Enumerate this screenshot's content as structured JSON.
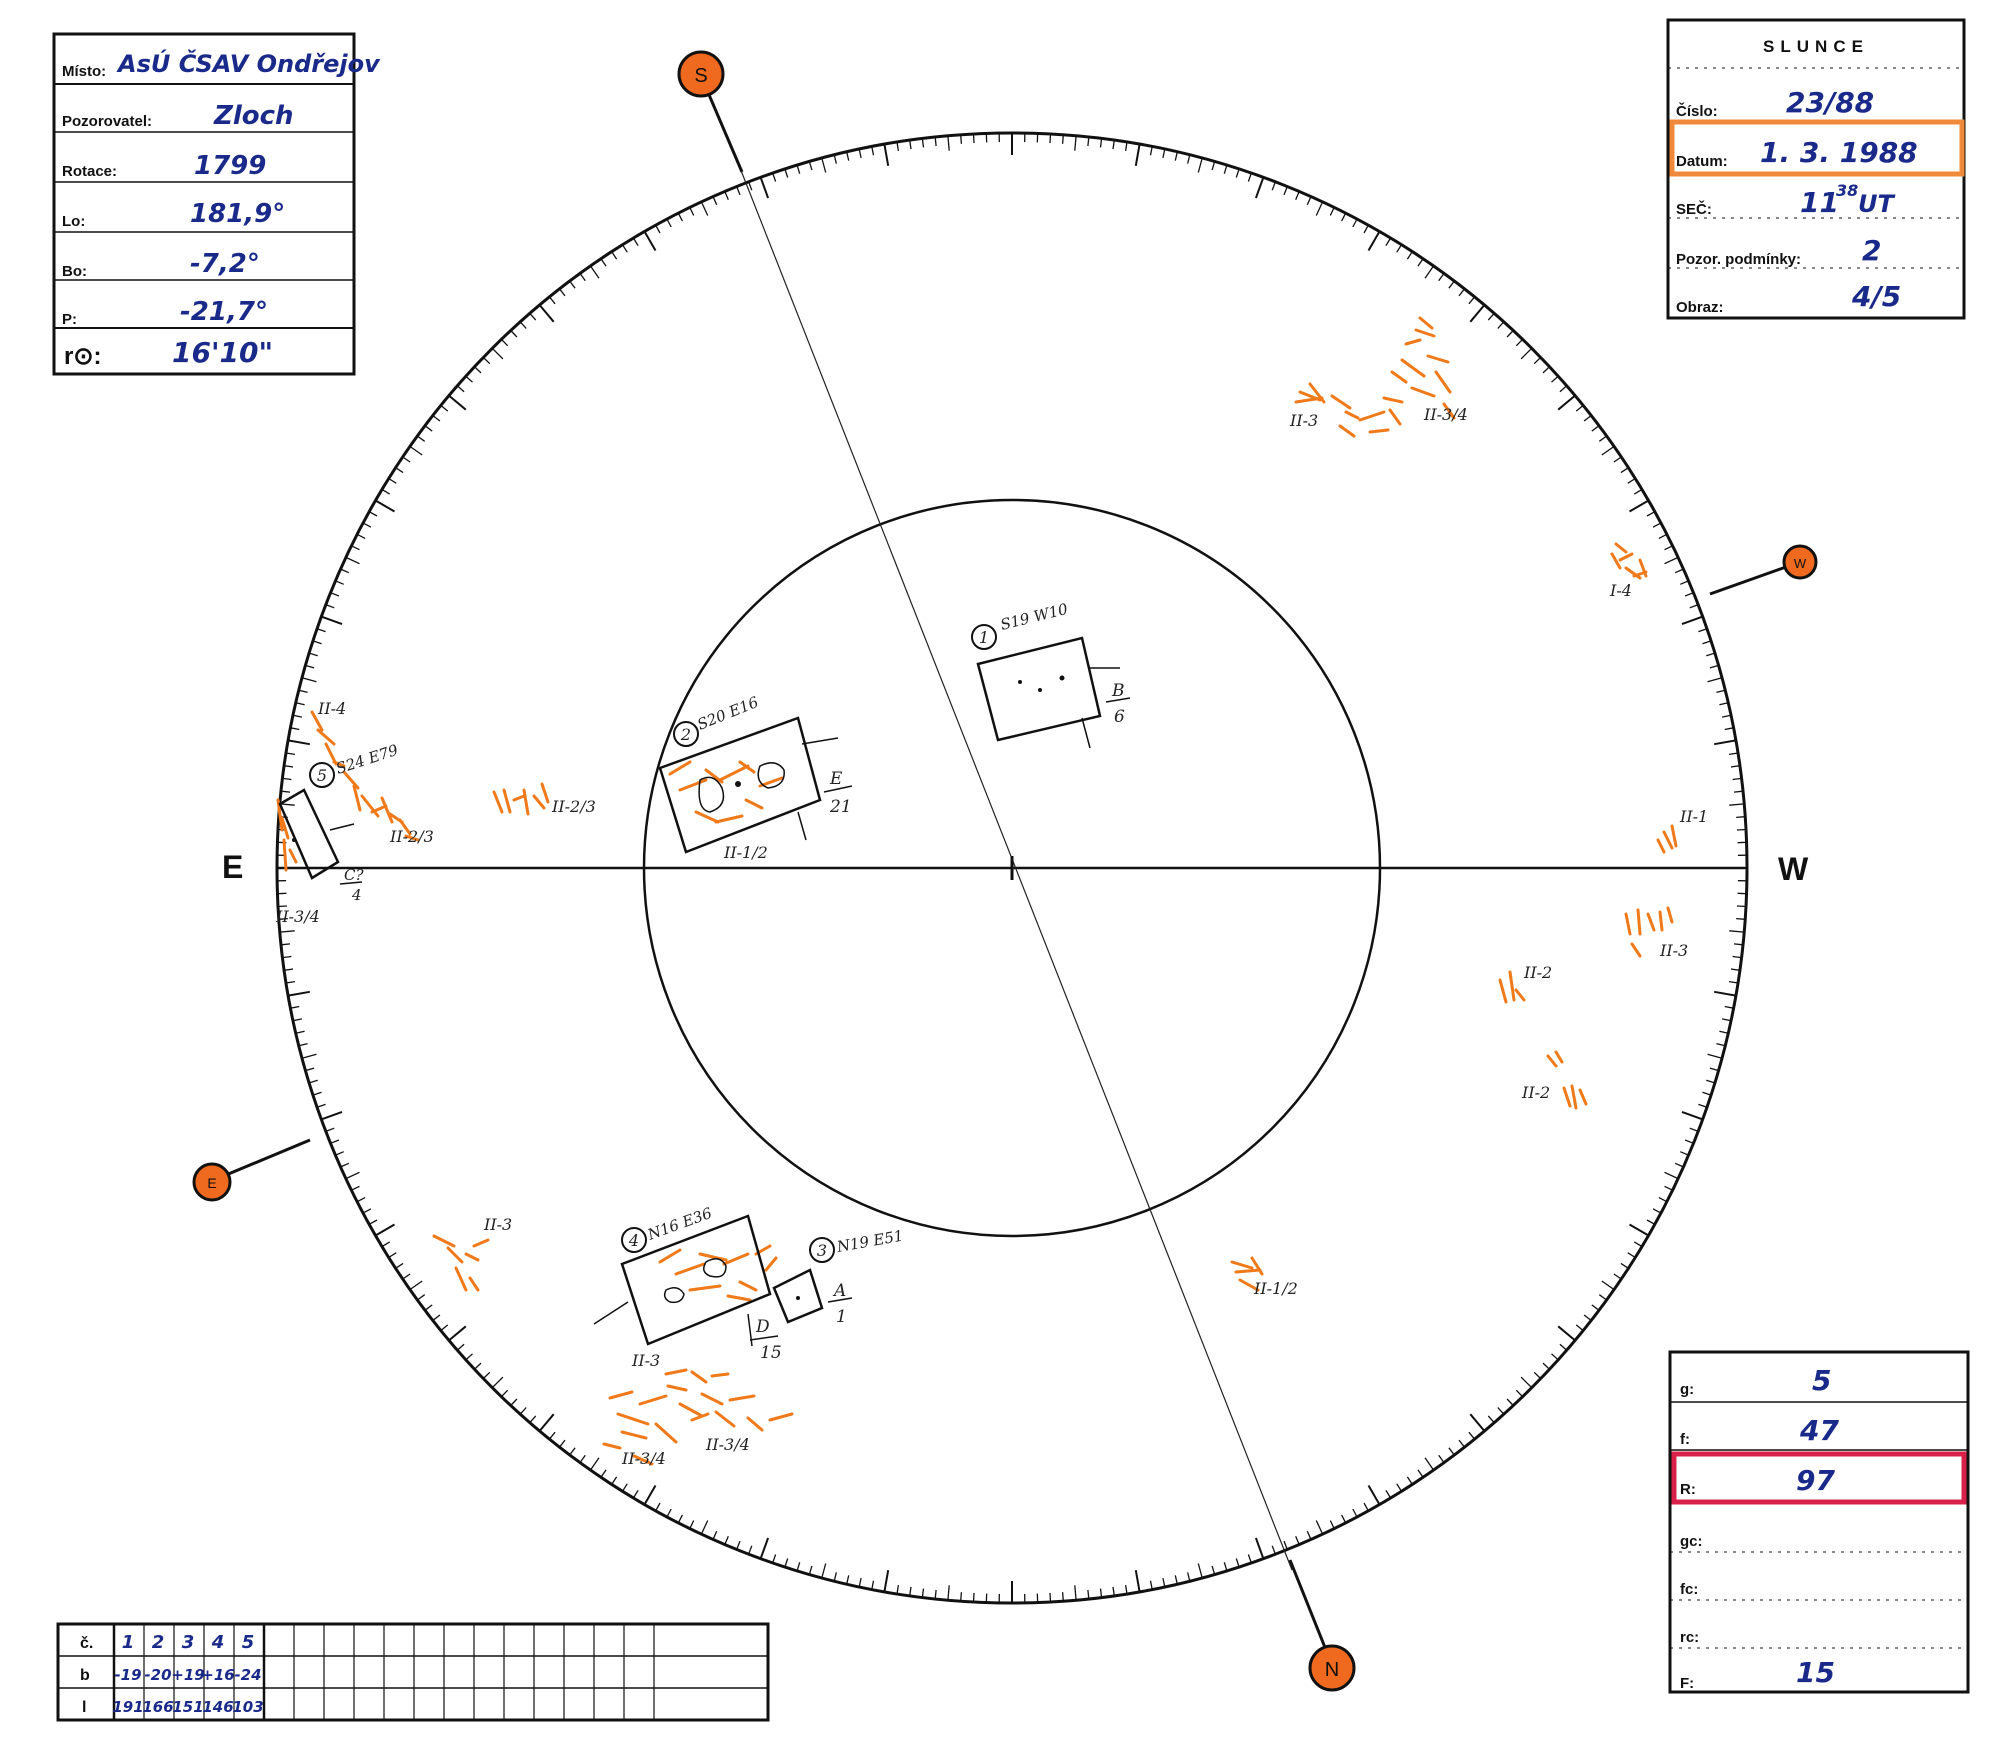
{
  "header_left": {
    "misto_label": "Místo:",
    "misto_value": "AsÚ ČSAV Ondřejov",
    "pozorovatel_label": "Pozorovatel:",
    "pozorovatel_value": "Zloch",
    "rotace_label": "Rotace:",
    "rotace_value": "1799",
    "l0_label": "Lo:",
    "l0_value": "181,9°",
    "b0_label": "Bo:",
    "b0_value": "-7,2°",
    "p_label": "P:",
    "p_value": "-21,7°",
    "r_label": "r⊙:",
    "r_value": "16'10\""
  },
  "header_right": {
    "title": "SLUNCE",
    "cislo_label": "Číslo:",
    "cislo_value": "23/88",
    "datum_label": "Datum:",
    "datum_value": "1. 3. 1988",
    "sec_label": "SEČ:",
    "sec_value": "11",
    "sec_sup": "38",
    "sec_suffix": "UT",
    "podminky_label": "Pozor. podmínky:",
    "podminky_value": "2",
    "obraz_label": "Obraz:",
    "obraz_value": "4/5"
  },
  "stats_box": {
    "g_label": "g:",
    "g_value": "5",
    "f_label": "f:",
    "f_value": "47",
    "r_label": "R:",
    "r_value": "97",
    "gc_label": "gc:",
    "fc_label": "fc:",
    "rc_label": "rc:",
    "F_label": "F:",
    "F_value": "15"
  },
  "bottom_table": {
    "row_labels": [
      "č.",
      "b",
      "l"
    ],
    "cislo": [
      "1",
      "2",
      "3",
      "4",
      "5"
    ],
    "b": [
      "-19",
      "-20",
      "+19",
      "+16",
      "-24"
    ],
    "l": [
      "191",
      "166",
      "151",
      "146",
      "103"
    ],
    "empty_cols": 13
  },
  "compass": {
    "S": "S",
    "N": "N",
    "E": "E",
    "W": "W",
    "E_marker": "E",
    "W_marker": "W"
  },
  "groups": [
    {
      "num": "1",
      "coords": "S19 W10",
      "type": "B",
      "count": "6"
    },
    {
      "num": "2",
      "coords": "S20 E16",
      "type": "E",
      "count": "21"
    },
    {
      "num": "3",
      "coords": "N19 E51",
      "type": "A",
      "count": "1"
    },
    {
      "num": "4",
      "coords": "N16 E36",
      "type": "D",
      "count": "15"
    },
    {
      "num": "5",
      "coords": "S24 E79",
      "type": "C?",
      "count": "4"
    }
  ],
  "facula_labels": {
    "a": "II-3",
    "b": "II-3/4",
    "c": "I-4",
    "d": "II-1",
    "e": "II-3",
    "f": "II-2",
    "g": "II-2",
    "h": "II-1/2",
    "i": "II-3/4",
    "j": "II-3/4",
    "k": "II-3",
    "l": "II-3",
    "m": "II-2/3",
    "n": "II-2/3",
    "o": "II-4",
    "p": "II-3/4",
    "q": "II-1/2"
  },
  "colors": {
    "ink": "#111111",
    "hand": "#1a2a8a",
    "facula": "#f07a1a",
    "marker": "#ef6a1e",
    "highlight_orange": "#f08a3a",
    "highlight_red": "#d8204a"
  }
}
